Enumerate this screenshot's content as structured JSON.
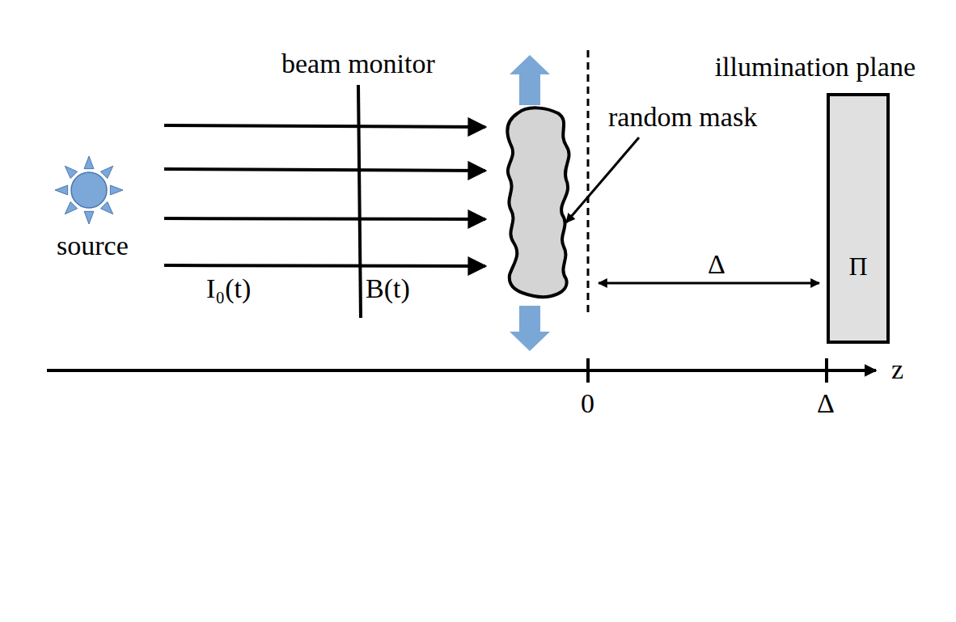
{
  "diagram": {
    "nodes": [
      {
        "text": [
          "illumination plane",
          "Π"
        ]
      }
    ],
    "labels": [
      "source",
      "beam monitor",
      "I₀(t)",
      "B(t)",
      "random mask",
      "Δ",
      "0",
      "Δ",
      "z"
    ]
  }
}
